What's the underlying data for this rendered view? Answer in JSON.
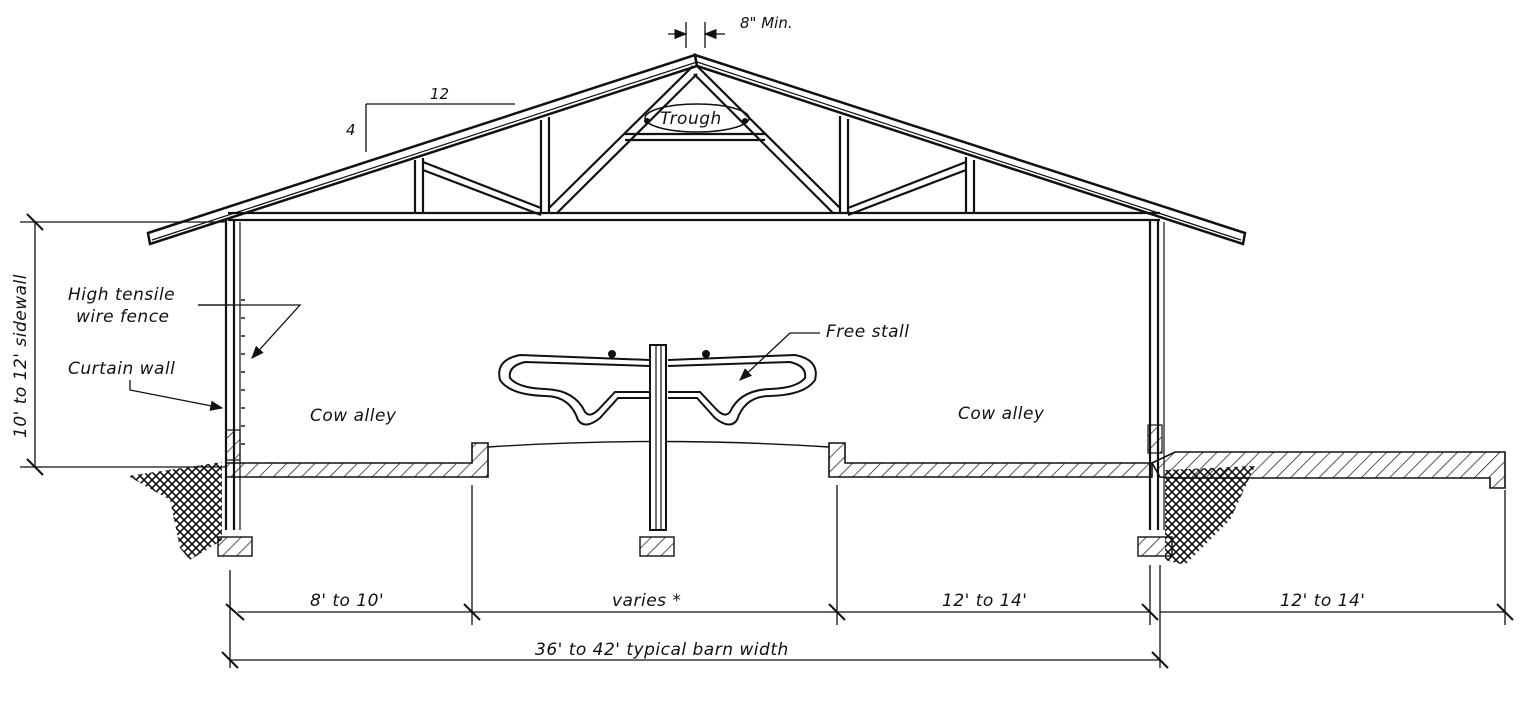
{
  "colors": {
    "ink": "#111111",
    "paper": "#ffffff"
  },
  "labels": {
    "ridge_gap": "8\" Min.",
    "slope_run": "12",
    "slope_rise": "4",
    "trough": "Trough",
    "sidewall": "10' to 12' sidewall",
    "fence_line1": "High tensile",
    "fence_line2": "wire fence",
    "curtain": "Curtain wall",
    "free_stall": "Free stall",
    "alley_left": "Cow alley",
    "alley_right": "Cow alley"
  },
  "dimensions": {
    "d1": "8' to 10'",
    "d2": "varies *",
    "d3": "12' to 14'",
    "d4": "12' to 14'",
    "total": "36' to 42' typical barn width"
  }
}
